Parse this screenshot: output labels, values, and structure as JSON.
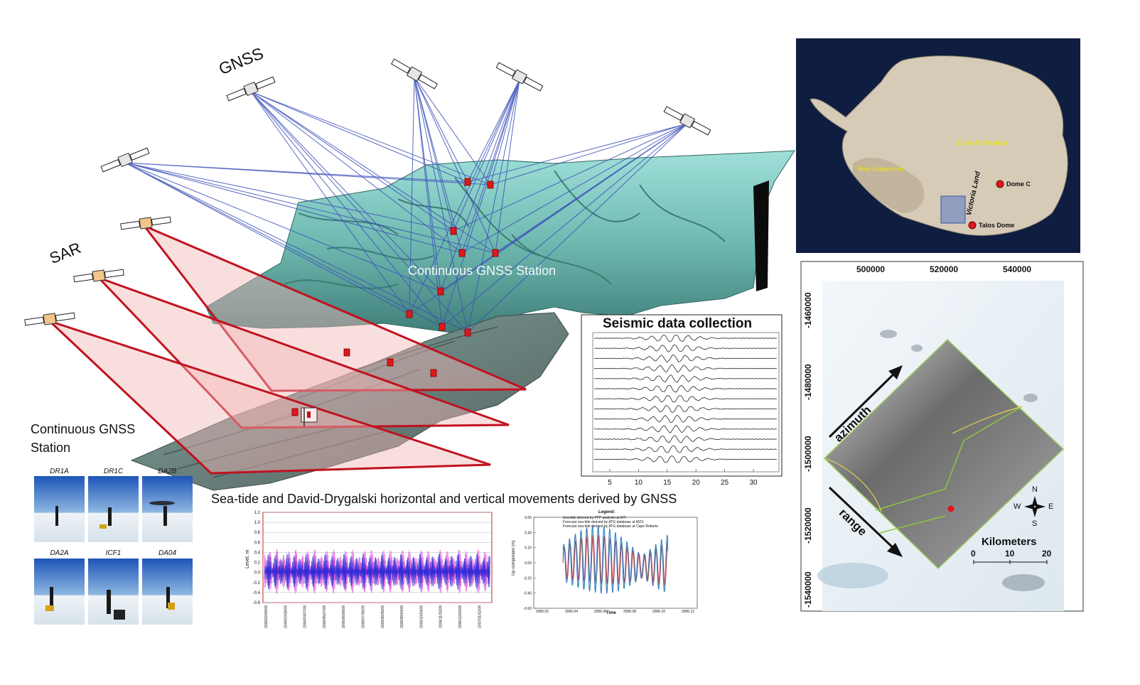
{
  "labels": {
    "gnss": "GNSS",
    "sar": "SAR",
    "continuous_station_overlay": "Continuous GNSS Station",
    "continuous_station_photos": "Continuous GNSS\nStation",
    "seismic_title": "Seismic data collection",
    "sea_tide_title": "Sea-tide and David-Drygalski horizontal and vertical movements derived by GNSS"
  },
  "station_photos": [
    "DR1A",
    "DR1C",
    "DA2B",
    "DA2A",
    "ICF1",
    "DA04"
  ],
  "antarctica_map": {
    "east": "East Antarctica",
    "west": "West Antarctica",
    "victoria": "Victoria Land",
    "dome_c": "Dome C",
    "talos": "Talos Dome"
  },
  "sar_map": {
    "x_ticks": [
      "500000",
      "520000",
      "540000"
    ],
    "y_ticks": [
      "-1460000",
      "-1480000",
      "-1500000",
      "-1520000",
      "-1540000"
    ],
    "azimuth": "azimuth",
    "range": "range",
    "compass": {
      "n": "N",
      "s": "S",
      "e": "E",
      "w": "W"
    },
    "scale_title": "Kilometers",
    "scale_ticks": [
      "0",
      "10",
      "20"
    ]
  },
  "seismic_chart": {
    "x_ticks": [
      "5",
      "10",
      "15",
      "20",
      "25",
      "30"
    ]
  },
  "tide_chart": {
    "y_ticks": [
      "1.2",
      "1.0",
      "0.8",
      "0.6",
      "0.4",
      "0.2",
      "0.0",
      "-0.2",
      "-0.4",
      "-0.6"
    ],
    "ylabel": "Level, m",
    "x_ticks": [
      "2006/02/06/09",
      "2006/03/08/09",
      "2006/04/07/09",
      "2006/05/07/09",
      "2006/06/06/09",
      "2006/07/06/09",
      "2006/08/05/09",
      "2006/09/04/09",
      "2006/10/04/09",
      "2006/11/03/09",
      "2006/12/03/09",
      "2007/01/02/09"
    ]
  },
  "up_chart": {
    "legend_title": "Legend:",
    "legend_items": [
      "Sea-tide derived by PPP analysis at DIT",
      "Forecast sea-tide derived by ATG database at MZS",
      "Forecast sea-tide derived by ATG database at Cape Roberts"
    ],
    "y_ticks": [
      "0.60",
      "0.40",
      "0.20",
      "0.00",
      "-0.20",
      "-0.40",
      "-0.60"
    ],
    "ylabel": "Up component (m)",
    "x_ticks": [
      "2006.02",
      "2006.04",
      "2006.06",
      "2006.08",
      "2006.10",
      "2006.12"
    ],
    "xlabel": "Time"
  },
  "colors": {
    "terrain": "#7fc7c0",
    "sar_beam": "#c1121f",
    "gnss_line": "#3b4fb8",
    "station_marker": "#e0171b",
    "ocean": "#0f1d40"
  }
}
